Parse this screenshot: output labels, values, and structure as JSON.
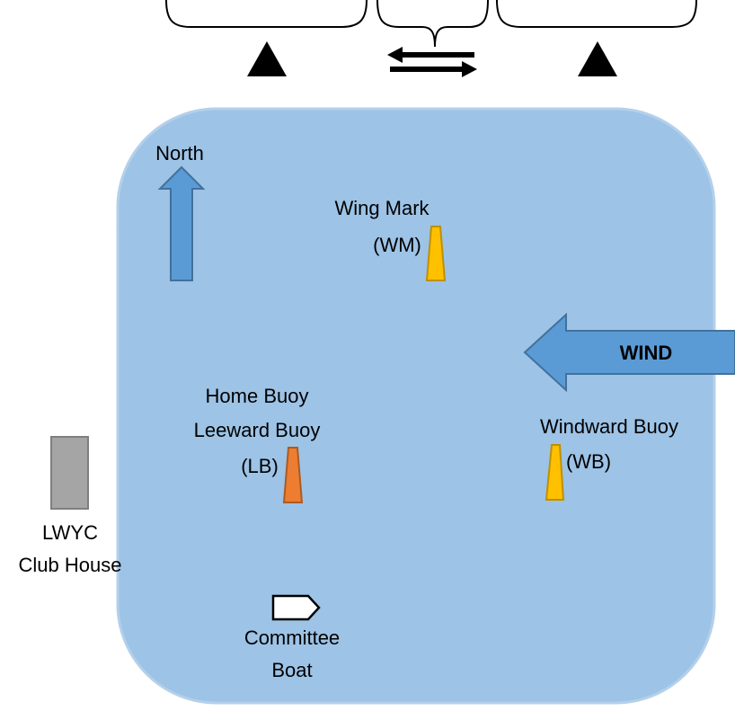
{
  "colors": {
    "water": "#9DC3E6",
    "water_border": "#B4D0EA",
    "arrow_fill": "#5B9BD5",
    "arrow_stroke": "#41719C",
    "yellow_buoy": "#FFC000",
    "yellow_buoy_stroke": "#BF9000",
    "orange_buoy": "#ED7D31",
    "orange_buoy_stroke": "#AE5A21",
    "club_house": "#A5A5A5",
    "club_house_stroke": "#7F7F7F",
    "boat": "#FFFFFF",
    "ink": "#000000"
  },
  "labels": {
    "north": "North",
    "wing_mark_line1": "Wing Mark",
    "wing_mark_line2": "(WM)",
    "wind": "WIND",
    "home_buoy": "Home Buoy",
    "leeward_buoy": "Leeward Buoy",
    "lb": "(LB)",
    "windward_buoy": "Windward Buoy",
    "wb": "(WB)",
    "club_line1": "LWYC",
    "club_line2": "Club House",
    "committee_line1": "Committee",
    "committee_line2": "Boat"
  },
  "icons": {
    "north_arrow": "up-arrow-icon",
    "wind_arrow": "left-arrow-icon",
    "seesaw_left": "fulcrum-icon",
    "seesaw_right": "fulcrum-icon",
    "double_arrow": "left-right-arrows-icon",
    "buoy": "cone-buoy-icon",
    "boat": "pentagon-boat-icon"
  }
}
